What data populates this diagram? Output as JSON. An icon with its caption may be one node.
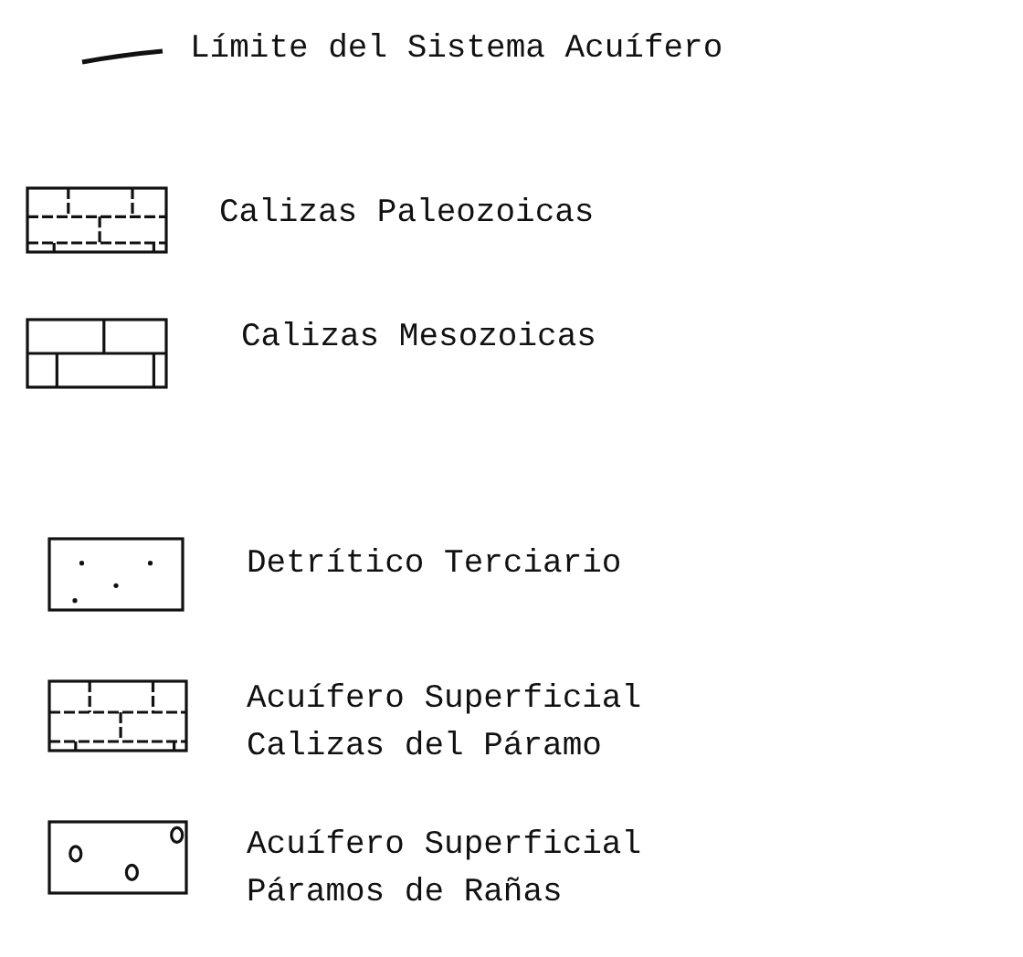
{
  "diagram": {
    "legend": [
      {
        "text": "Límite del Sistema Acuífero"
      },
      {
        "text": "Calizas Paleozoicas"
      },
      {
        "text": "Calizas Mesozoicas"
      },
      {
        "text": "Detrítico Terciario"
      },
      {
        "text": "Acuífero Superficial Calizas del Páramo"
      },
      {
        "text": "Acuífero Superficial Páramos de Rañas"
      }
    ]
  }
}
